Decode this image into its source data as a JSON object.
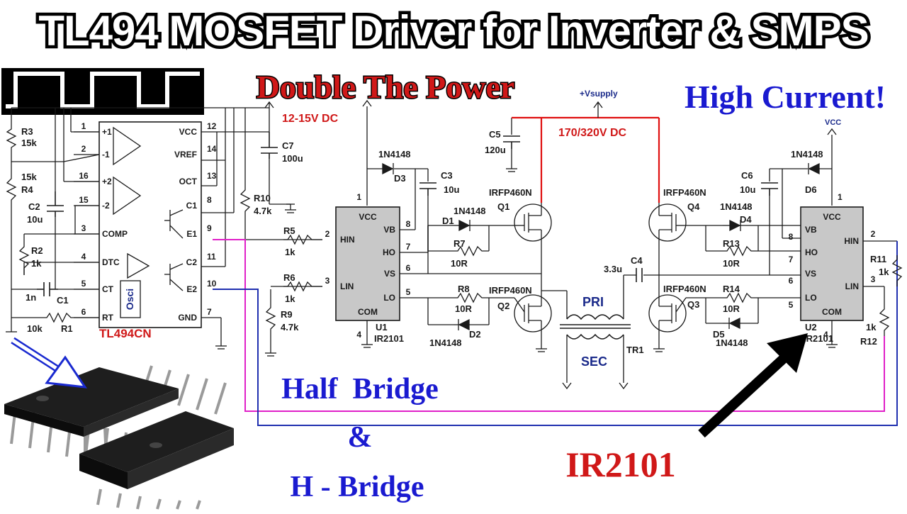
{
  "title": "TL494 MOSFET Driver for Inverter & SMPS",
  "subtitle_red": "Double The Power",
  "subtitle_blue": "High Current!",
  "supply_label": "12-15V DC",
  "hv_label": "170/320V DC",
  "vsupply_label": "+Vsupply",
  "vcc_label": "VCC",
  "bottom_text": {
    "line1": "Half  Bridge",
    "line2": "&",
    "line3": "H - Bridge",
    "ir2101": "IR2101"
  },
  "tl494": {
    "name": "TL494CN",
    "osc_label": "Osci",
    "left_pins": [
      {
        "num": "1",
        "name": "+1"
      },
      {
        "num": "2",
        "name": "-1"
      },
      {
        "num": "16",
        "name": "+2"
      },
      {
        "num": "15",
        "name": "-2"
      },
      {
        "num": "3",
        "name": "COMP"
      },
      {
        "num": "4",
        "name": "DTC"
      },
      {
        "num": "5",
        "name": "CT"
      },
      {
        "num": "6",
        "name": "RT"
      }
    ],
    "right_pins": [
      {
        "num": "12",
        "name": "VCC"
      },
      {
        "num": "14",
        "name": "VREF"
      },
      {
        "num": "13",
        "name": "OCT"
      },
      {
        "num": "8",
        "name": "C1"
      },
      {
        "num": "9",
        "name": "E1"
      },
      {
        "num": "11",
        "name": "C2"
      },
      {
        "num": "10",
        "name": "E2"
      },
      {
        "num": "7",
        "name": "GND"
      }
    ]
  },
  "driver_left": {
    "ref": "U1",
    "part": "IR2101",
    "top_pin": "1",
    "bottom_pin": "4",
    "pins_left": [
      {
        "num": "2",
        "name": "HIN"
      },
      {
        "num": "3",
        "name": "LIN"
      }
    ],
    "pins_right": [
      {
        "num": "8",
        "name": "VB"
      },
      {
        "num": "7",
        "name": "HO"
      },
      {
        "num": "6",
        "name": "VS"
      },
      {
        "num": "5",
        "name": "LO"
      }
    ],
    "vcc": "VCC",
    "com": "COM"
  },
  "driver_right": {
    "ref": "U2",
    "part": "IR2101",
    "top_pin": "1",
    "bottom_pin": "4",
    "pins_right": [
      {
        "num": "2",
        "name": "HIN"
      },
      {
        "num": "3",
        "name": "LIN"
      }
    ],
    "pins_left": [
      {
        "num": "8",
        "name": "VB"
      },
      {
        "num": "7",
        "name": "HO"
      },
      {
        "num": "6",
        "name": "VS"
      },
      {
        "num": "5",
        "name": "LO"
      }
    ],
    "vcc": "VCC",
    "com": "COM"
  },
  "components": {
    "R3": {
      "ref": "R3",
      "val": "15k"
    },
    "R4": {
      "ref": "R4",
      "val": "15k"
    },
    "C2": {
      "ref": "C2",
      "val": "10u"
    },
    "R2": {
      "ref": "R2",
      "val": "1k"
    },
    "C1": {
      "ref": "C1",
      "val": "1n"
    },
    "R1": {
      "ref": "R1",
      "val": "10k"
    },
    "C7": {
      "ref": "C7",
      "val": "100u"
    },
    "R10": {
      "ref": "R10",
      "val": "4.7k"
    },
    "R5": {
      "ref": "R5",
      "val": "1k"
    },
    "R6": {
      "ref": "R6",
      "val": "1k"
    },
    "R9": {
      "ref": "R9",
      "val": "4.7k"
    },
    "D3": {
      "ref": "D3",
      "val": "1N4148"
    },
    "C3": {
      "ref": "C3",
      "val": "10u"
    },
    "C5": {
      "ref": "C5",
      "val": "120u"
    },
    "D1": {
      "ref": "D1",
      "val": "1N4148"
    },
    "R7": {
      "ref": "R7",
      "val": "10R"
    },
    "R8": {
      "ref": "R8",
      "val": "10R"
    },
    "D2": {
      "ref": "D2",
      "val": "1N4148"
    },
    "Q1": {
      "ref": "Q1",
      "val": "IRFP460N"
    },
    "Q2": {
      "ref": "Q2",
      "val": "IRFP460N"
    },
    "Q3": {
      "ref": "Q3",
      "val": "IRFP460N"
    },
    "Q4": {
      "ref": "Q4",
      "val": "IRFP460N"
    },
    "C4": {
      "ref": "C4",
      "val": "3.3u"
    },
    "TR1": {
      "ref": "TR1",
      "pri": "PRI",
      "sec": "SEC"
    },
    "D4": {
      "ref": "D4",
      "val": "1N4148"
    },
    "R13": {
      "ref": "R13",
      "val": "10R"
    },
    "R14": {
      "ref": "R14",
      "val": "10R"
    },
    "D5": {
      "ref": "D5",
      "val": "1N4148"
    },
    "C6": {
      "ref": "C6",
      "val": "10u"
    },
    "D6": {
      "ref": "D6",
      "val": "1N4148"
    },
    "R11": {
      "ref": "R11",
      "val": "1k"
    },
    "R12": {
      "ref": "R12",
      "val": "1k"
    }
  },
  "colors": {
    "title_fill": "#ffffff",
    "title_stroke": "#000000",
    "red_text": "#d01818",
    "blue_text": "#1a1ad0",
    "wire": "#1a1a1a",
    "hv_wire": "#e01010",
    "magenta_wire": "#e020c8",
    "blue_wire": "#2030b0",
    "chip_fill": "#c8c8c8"
  }
}
